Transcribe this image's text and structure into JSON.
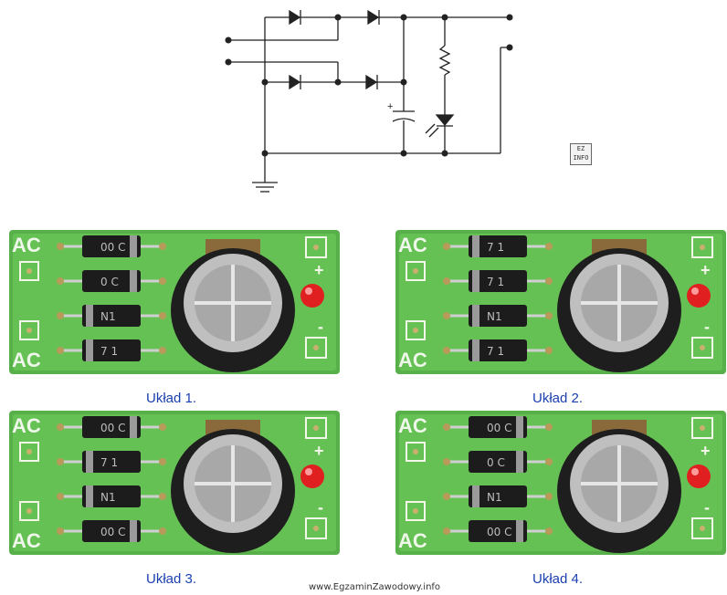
{
  "schematic": {
    "capacitor_mark": "+"
  },
  "ez_badge": {
    "line1": "EZ",
    "line2": "INFO"
  },
  "boards": [
    {
      "caption": "Układ 1.",
      "ac_label": "AC",
      "plus_label": "+",
      "minus_label": "-",
      "diodes": [
        {
          "marking": "00 C",
          "band": "right"
        },
        {
          "marking": "0 C",
          "band": "right"
        },
        {
          "marking": "N1",
          "band": "left"
        },
        {
          "marking": "7 1",
          "band": "left"
        }
      ]
    },
    {
      "caption": "Układ 2.",
      "ac_label": "AC",
      "plus_label": "+",
      "minus_label": "-",
      "diodes": [
        {
          "marking": "7 1",
          "band": "left"
        },
        {
          "marking": "7 1",
          "band": "left"
        },
        {
          "marking": "N1",
          "band": "left"
        },
        {
          "marking": "7 1",
          "band": "left"
        }
      ]
    },
    {
      "caption": "Układ 3.",
      "ac_label": "AC",
      "plus_label": "+",
      "minus_label": "-",
      "diodes": [
        {
          "marking": "00 C",
          "band": "right"
        },
        {
          "marking": "7 1",
          "band": "left"
        },
        {
          "marking": "N1",
          "band": "left"
        },
        {
          "marking": "00 C",
          "band": "right"
        }
      ]
    },
    {
      "caption": "Układ 4.",
      "ac_label": "AC",
      "plus_label": "+",
      "minus_label": "-",
      "diodes": [
        {
          "marking": "00 C",
          "band": "right"
        },
        {
          "marking": "0 C",
          "band": "right"
        },
        {
          "marking": "N1",
          "band": "left"
        },
        {
          "marking": "00 C",
          "band": "right"
        }
      ]
    }
  ],
  "footer": "www.EgzaminZawodowy.info"
}
